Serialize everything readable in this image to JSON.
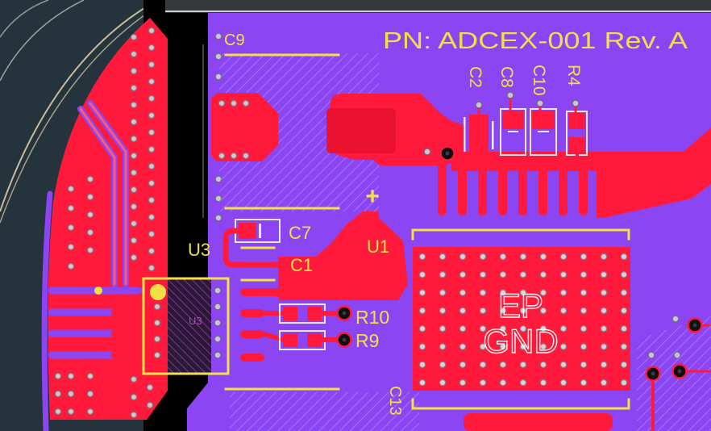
{
  "board": {
    "part_number": "PN: ADCEX-001 Rev. A"
  },
  "designators": {
    "c9": "C9",
    "c2": "C2",
    "c8": "C8",
    "c10": "C10",
    "r4": "R4",
    "c7": "C7",
    "u3": "U3",
    "c1": "C1",
    "u1": "U1",
    "r10": "R10",
    "r9": "R9",
    "c13": "C13"
  },
  "u3_body_label": "U3",
  "polarity_mark": "+",
  "exposed_pad": {
    "line1": "EP",
    "line2": "GND"
  },
  "layer_colors": {
    "top_copper": "#ff1a3c",
    "bottom_copper": "#8c45f3",
    "silkscreen": "#f2e046",
    "component_outline": "#e8e8ee",
    "keepout": "#000000",
    "background": "#25343c"
  }
}
